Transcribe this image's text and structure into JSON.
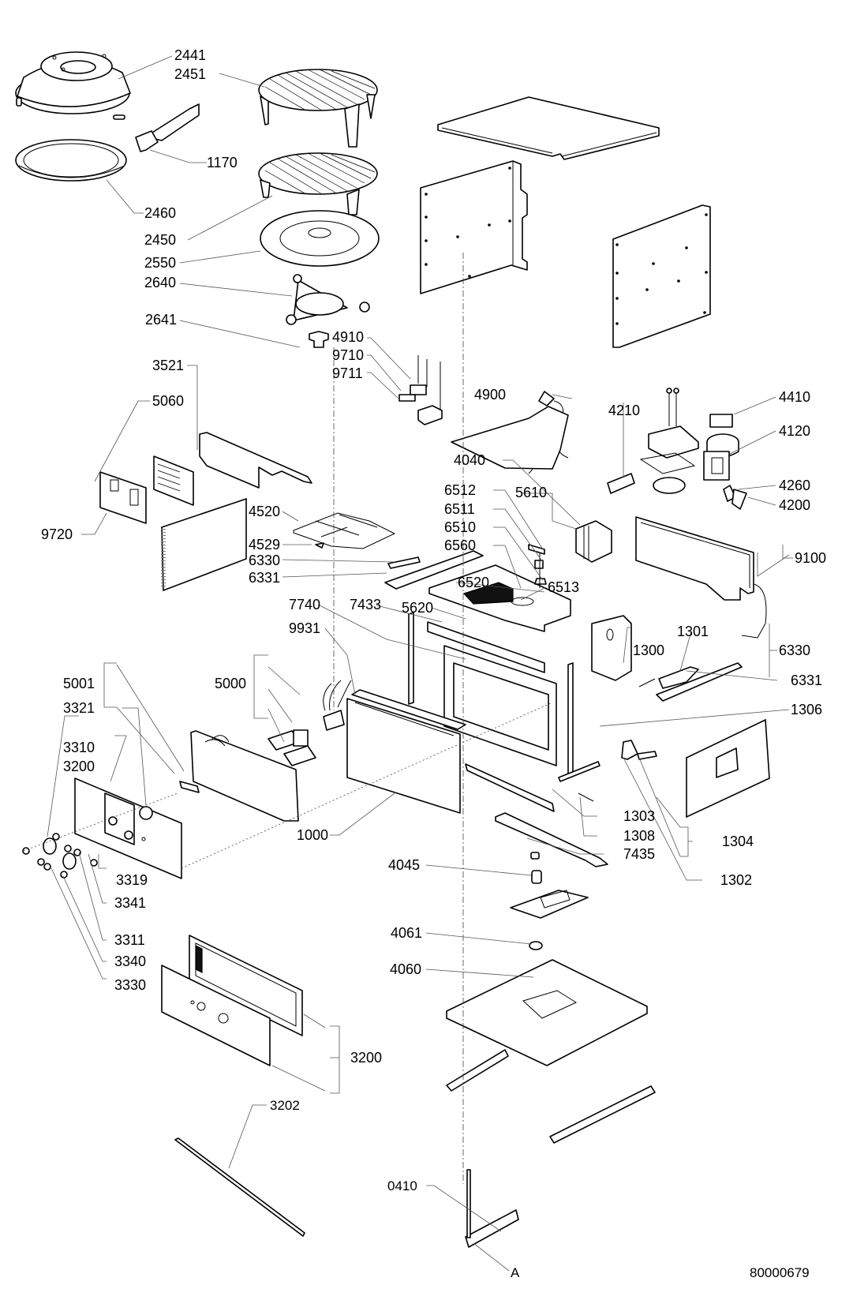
{
  "diagram": {
    "title": "Microwave oven exploded view",
    "document_number": "80000679",
    "reference_marker": "A",
    "callouts": {
      "c2441": "2441",
      "c2451": "2451",
      "c1170": "1170",
      "c2460": "2460",
      "c2450": "2450",
      "c2550": "2550",
      "c2640": "2640",
      "c2641": "2641",
      "c4910": "4910",
      "c9710": "9710",
      "c9711": "9711",
      "c3521": "3521",
      "c5060": "5060",
      "c9720": "9720",
      "c4520": "4520",
      "c4529": "4529",
      "c6330a": "6330",
      "c6331a": "6331",
      "c7740": "7740",
      "c7433": "7433",
      "c9931": "9931",
      "c4900": "4900",
      "c4210": "4210",
      "c4410": "4410",
      "c4120": "4120",
      "c4040": "4040",
      "c5610": "5610",
      "c6512": "6512",
      "c6511": "6511",
      "c6510": "6510",
      "c6560": "6560",
      "c6520": "6520",
      "c6513": "6513",
      "c5620": "5620",
      "c4260": "4260",
      "c4200": "4200",
      "c9100": "9100",
      "c1301": "1301",
      "c1300": "1300",
      "c6330b": "6330",
      "c6331b": "6331",
      "c1306": "1306",
      "c5001": "5001",
      "c5000": "5000",
      "c3321": "3321",
      "c3310": "3310",
      "c3200a": "3200",
      "c1000": "1000",
      "c1303": "1303",
      "c1308": "1308",
      "c7435": "7435",
      "c1304": "1304",
      "c1302": "1302",
      "c4045": "4045",
      "c3319": "3319",
      "c3341": "3341",
      "c3311": "3311",
      "c3340": "3340",
      "c3330": "3330",
      "c4061": "4061",
      "c4060": "4060",
      "c3200b": "3200",
      "c3202": "3202",
      "c0410": "0410"
    }
  }
}
